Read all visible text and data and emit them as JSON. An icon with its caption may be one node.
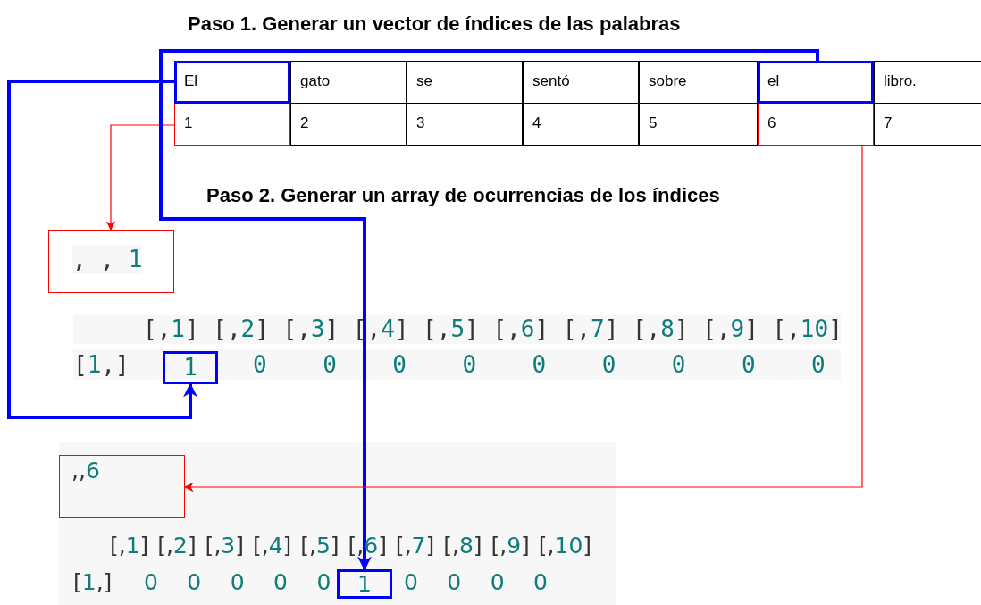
{
  "diagram": {
    "title": "Paso 1. Generar un vector de índices de las palabras",
    "nodes": [
      {
        "text": [
          "El"
        ]
      },
      {
        "text": [
          "gato"
        ]
      },
      {
        "text": [
          "se"
        ]
      },
      {
        "text": [
          "sentó"
        ]
      },
      {
        "text": [
          "sobre"
        ]
      },
      {
        "text": [
          "el"
        ]
      },
      {
        "text": [
          "libro."
        ]
      },
      {
        "text": [
          "1"
        ]
      },
      {
        "text": [
          "2"
        ]
      },
      {
        "text": [
          "3"
        ]
      },
      {
        "text": [
          "4"
        ]
      },
      {
        "text": [
          "5"
        ]
      },
      {
        "text": [
          "6"
        ]
      },
      {
        "text": [
          "7"
        ]
      },
      {
        "text": [
          ", , 1"
        ]
      },
      {
        "text": [
          "1"
        ]
      },
      {
        "text": [
          ",,6"
        ]
      },
      {
        "text": [
          "1"
        ]
      }
    ],
    "edges": [
      {
        "from": 0,
        "to": 15,
        "arrow": "to",
        "style": "thick",
        "color": "#0000ff"
      },
      {
        "from": 7,
        "to": 14,
        "arrow": "to",
        "color": "#ff0000"
      },
      {
        "from": 5,
        "to": 17,
        "arrow": "to",
        "style": "thick",
        "color": "#0000ff"
      },
      {
        "from": 12,
        "to": 16,
        "arrow": "to",
        "color": "#ff0000"
      }
    ],
    "labels": [
      "Paso 2. Generar un array de ocurrencias de los índices",
      "[,1] [,2] [,3] [,4] [,5] [,6] [,7] [,8] [,9] [,10]",
      "[1,]",
      "0 0 0 0 0 0 0 0 0",
      "[,1] [,2] [,3] [,4] [,5] [,6] [,7] [,8] [,9] [,10]",
      "[1,]",
      "0 0 0 0 0",
      "0 0 0 0"
    ]
  }
}
